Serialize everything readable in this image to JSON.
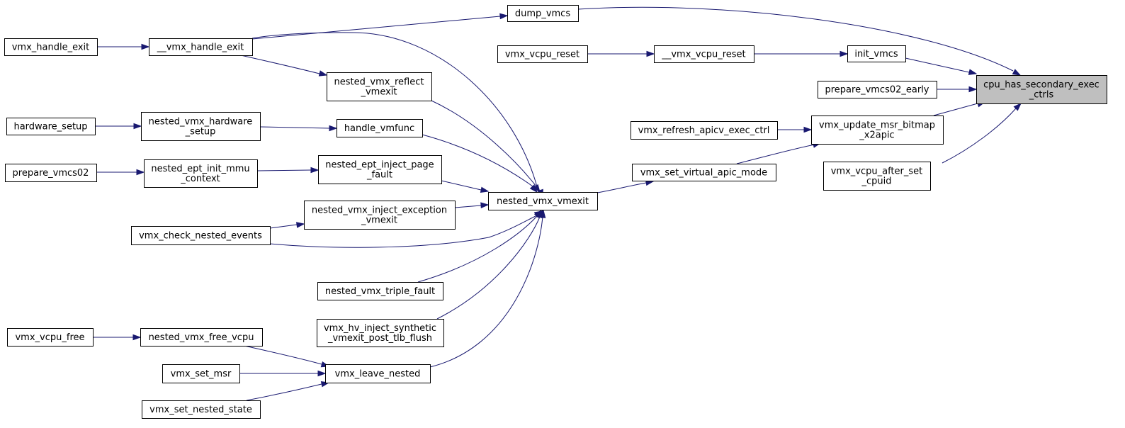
{
  "diagram": {
    "type": "call-graph",
    "colors": {
      "edge": "#191970",
      "root_fill": "#bfbfbf",
      "node_fill": "#ffffff",
      "border": "#000000"
    },
    "nodes": [
      {
        "id": "root",
        "lines": [
          "cpu_has_secondary_exec",
          "_ctrls"
        ],
        "highlight": true
      },
      {
        "id": "dump_vmcs",
        "lines": [
          "dump_vmcs"
        ]
      },
      {
        "id": "init_vmcs",
        "lines": [
          "init_vmcs"
        ]
      },
      {
        "id": "prepare_vmcs02_early",
        "lines": [
          "prepare_vmcs02_early"
        ]
      },
      {
        "id": "vmx_update_msr_bitmap_x2apic",
        "lines": [
          "vmx_update_msr_bitmap",
          "_x2apic"
        ]
      },
      {
        "id": "vmx_vcpu_after_set_cpuid",
        "lines": [
          "vmx_vcpu_after_set",
          "_cpuid"
        ]
      },
      {
        "id": "__vmx_handle_exit",
        "lines": [
          "__vmx_handle_exit"
        ]
      },
      {
        "id": "vmx_handle_exit",
        "lines": [
          "vmx_handle_exit"
        ]
      },
      {
        "id": "nested_vmx_vmexit",
        "lines": [
          "nested_vmx_vmexit"
        ]
      },
      {
        "id": "__vmx_vcpu_reset",
        "lines": [
          "__vmx_vcpu_reset"
        ]
      },
      {
        "id": "vmx_vcpu_reset",
        "lines": [
          "vmx_vcpu_reset"
        ]
      },
      {
        "id": "vmx_refresh_apicv_exec_ctrl",
        "lines": [
          "vmx_refresh_apicv_exec_ctrl"
        ]
      },
      {
        "id": "vmx_set_virtual_apic_mode",
        "lines": [
          "vmx_set_virtual_apic_mode"
        ]
      },
      {
        "id": "nested_vmx_reflect_vmexit",
        "lines": [
          "nested_vmx_reflect",
          "_vmexit"
        ]
      },
      {
        "id": "handle_vmfunc",
        "lines": [
          "handle_vmfunc"
        ]
      },
      {
        "id": "nested_vmx_hardware_setup",
        "lines": [
          "nested_vmx_hardware",
          "_setup"
        ]
      },
      {
        "id": "hardware_setup",
        "lines": [
          "hardware_setup"
        ]
      },
      {
        "id": "nested_ept_inject_page_fault",
        "lines": [
          "nested_ept_inject_page",
          "_fault"
        ]
      },
      {
        "id": "nested_ept_init_mmu_context",
        "lines": [
          "nested_ept_init_mmu",
          "_context"
        ]
      },
      {
        "id": "prepare_vmcs02",
        "lines": [
          "prepare_vmcs02"
        ]
      },
      {
        "id": "nested_vmx_inject_exception_vmexit",
        "lines": [
          "nested_vmx_inject_exception",
          "_vmexit"
        ]
      },
      {
        "id": "vmx_check_nested_events",
        "lines": [
          "vmx_check_nested_events"
        ]
      },
      {
        "id": "nested_vmx_triple_fault",
        "lines": [
          "nested_vmx_triple_fault"
        ]
      },
      {
        "id": "vmx_hv_inject_synthetic_vmexit_post_tlb_flush",
        "lines": [
          "vmx_hv_inject_synthetic",
          "_vmexit_post_tlb_flush"
        ]
      },
      {
        "id": "vmx_leave_nested",
        "lines": [
          "vmx_leave_nested"
        ]
      },
      {
        "id": "nested_vmx_free_vcpu",
        "lines": [
          "nested_vmx_free_vcpu"
        ]
      },
      {
        "id": "vmx_vcpu_free",
        "lines": [
          "vmx_vcpu_free"
        ]
      },
      {
        "id": "vmx_set_msr",
        "lines": [
          "vmx_set_msr"
        ]
      },
      {
        "id": "vmx_set_nested_state",
        "lines": [
          "vmx_set_nested_state"
        ]
      }
    ],
    "edges": [
      {
        "from": "dump_vmcs",
        "to": "root"
      },
      {
        "from": "init_vmcs",
        "to": "root"
      },
      {
        "from": "prepare_vmcs02_early",
        "to": "root"
      },
      {
        "from": "vmx_update_msr_bitmap_x2apic",
        "to": "root"
      },
      {
        "from": "vmx_vcpu_after_set_cpuid",
        "to": "root"
      },
      {
        "from": "__vmx_handle_exit",
        "to": "dump_vmcs"
      },
      {
        "from": "vmx_handle_exit",
        "to": "__vmx_handle_exit"
      },
      {
        "from": "nested_vmx_vmexit",
        "to": "__vmx_handle_exit"
      },
      {
        "from": "__vmx_vcpu_reset",
        "to": "init_vmcs"
      },
      {
        "from": "vmx_vcpu_reset",
        "to": "__vmx_vcpu_reset"
      },
      {
        "from": "vmx_refresh_apicv_exec_ctrl",
        "to": "vmx_update_msr_bitmap_x2apic"
      },
      {
        "from": "vmx_set_virtual_apic_mode",
        "to": "vmx_update_msr_bitmap_x2apic"
      },
      {
        "from": "nested_vmx_vmexit",
        "to": "vmx_set_virtual_apic_mode"
      },
      {
        "from": "__vmx_handle_exit",
        "to": "nested_vmx_reflect_vmexit"
      },
      {
        "from": "nested_vmx_reflect_vmexit",
        "to": "nested_vmx_vmexit"
      },
      {
        "from": "handle_vmfunc",
        "to": "nested_vmx_vmexit"
      },
      {
        "from": "hardware_setup",
        "to": "nested_vmx_hardware_setup"
      },
      {
        "from": "nested_vmx_hardware_setup",
        "to": "handle_vmfunc"
      },
      {
        "from": "nested_ept_inject_page_fault",
        "to": "nested_vmx_vmexit"
      },
      {
        "from": "prepare_vmcs02",
        "to": "nested_ept_init_mmu_context"
      },
      {
        "from": "nested_ept_init_mmu_context",
        "to": "nested_ept_inject_page_fault"
      },
      {
        "from": "nested_vmx_inject_exception_vmexit",
        "to": "nested_vmx_vmexit"
      },
      {
        "from": "vmx_check_nested_events",
        "to": "nested_vmx_inject_exception_vmexit"
      },
      {
        "from": "vmx_check_nested_events",
        "to": "nested_vmx_vmexit"
      },
      {
        "from": "nested_vmx_triple_fault",
        "to": "nested_vmx_vmexit"
      },
      {
        "from": "vmx_hv_inject_synthetic_vmexit_post_tlb_flush",
        "to": "nested_vmx_vmexit"
      },
      {
        "from": "vmx_leave_nested",
        "to": "nested_vmx_vmexit"
      },
      {
        "from": "vmx_vcpu_free",
        "to": "nested_vmx_free_vcpu"
      },
      {
        "from": "nested_vmx_free_vcpu",
        "to": "vmx_leave_nested"
      },
      {
        "from": "vmx_set_msr",
        "to": "vmx_leave_nested"
      },
      {
        "from": "vmx_set_nested_state",
        "to": "vmx_leave_nested"
      }
    ]
  }
}
